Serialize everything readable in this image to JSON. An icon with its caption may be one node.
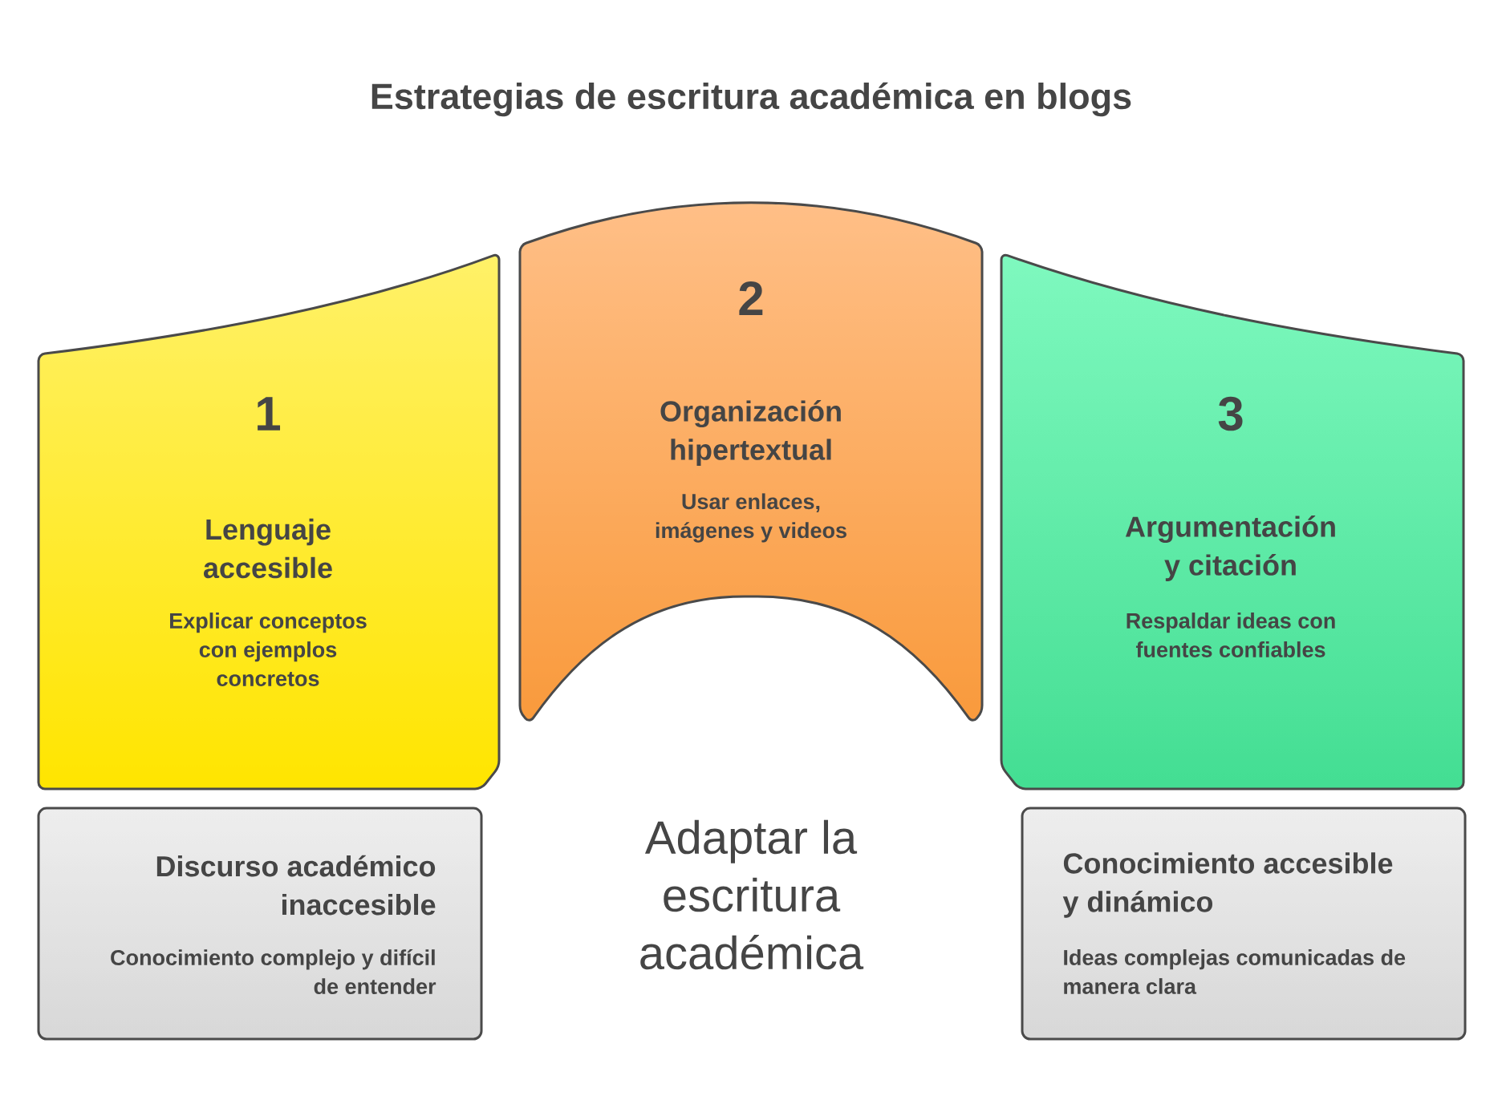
{
  "diagram": {
    "title": "Estrategias de escritura académica en blogs",
    "nodes": [
      {
        "text": [
          "1",
          "Lenguaje accesible",
          "Explicar conceptos con ejemplos concretos"
        ]
      },
      {
        "text": [
          "2",
          "Organización hipertextual",
          "Usar enlaces, imágenes y videos"
        ]
      },
      {
        "text": [
          "3",
          "Argumentación y citación",
          "Respaldar ideas con fuentes confiables"
        ]
      },
      {
        "text": [
          "Discurso académico inaccesible",
          "Conocimiento complejo y difícil de entender"
        ]
      },
      {
        "text": [
          "Conocimiento accesible y dinámico",
          "Ideas complejas comunicadas de manera clara"
        ]
      }
    ],
    "labels": [
      "Adaptar la escritura académica"
    ]
  }
}
